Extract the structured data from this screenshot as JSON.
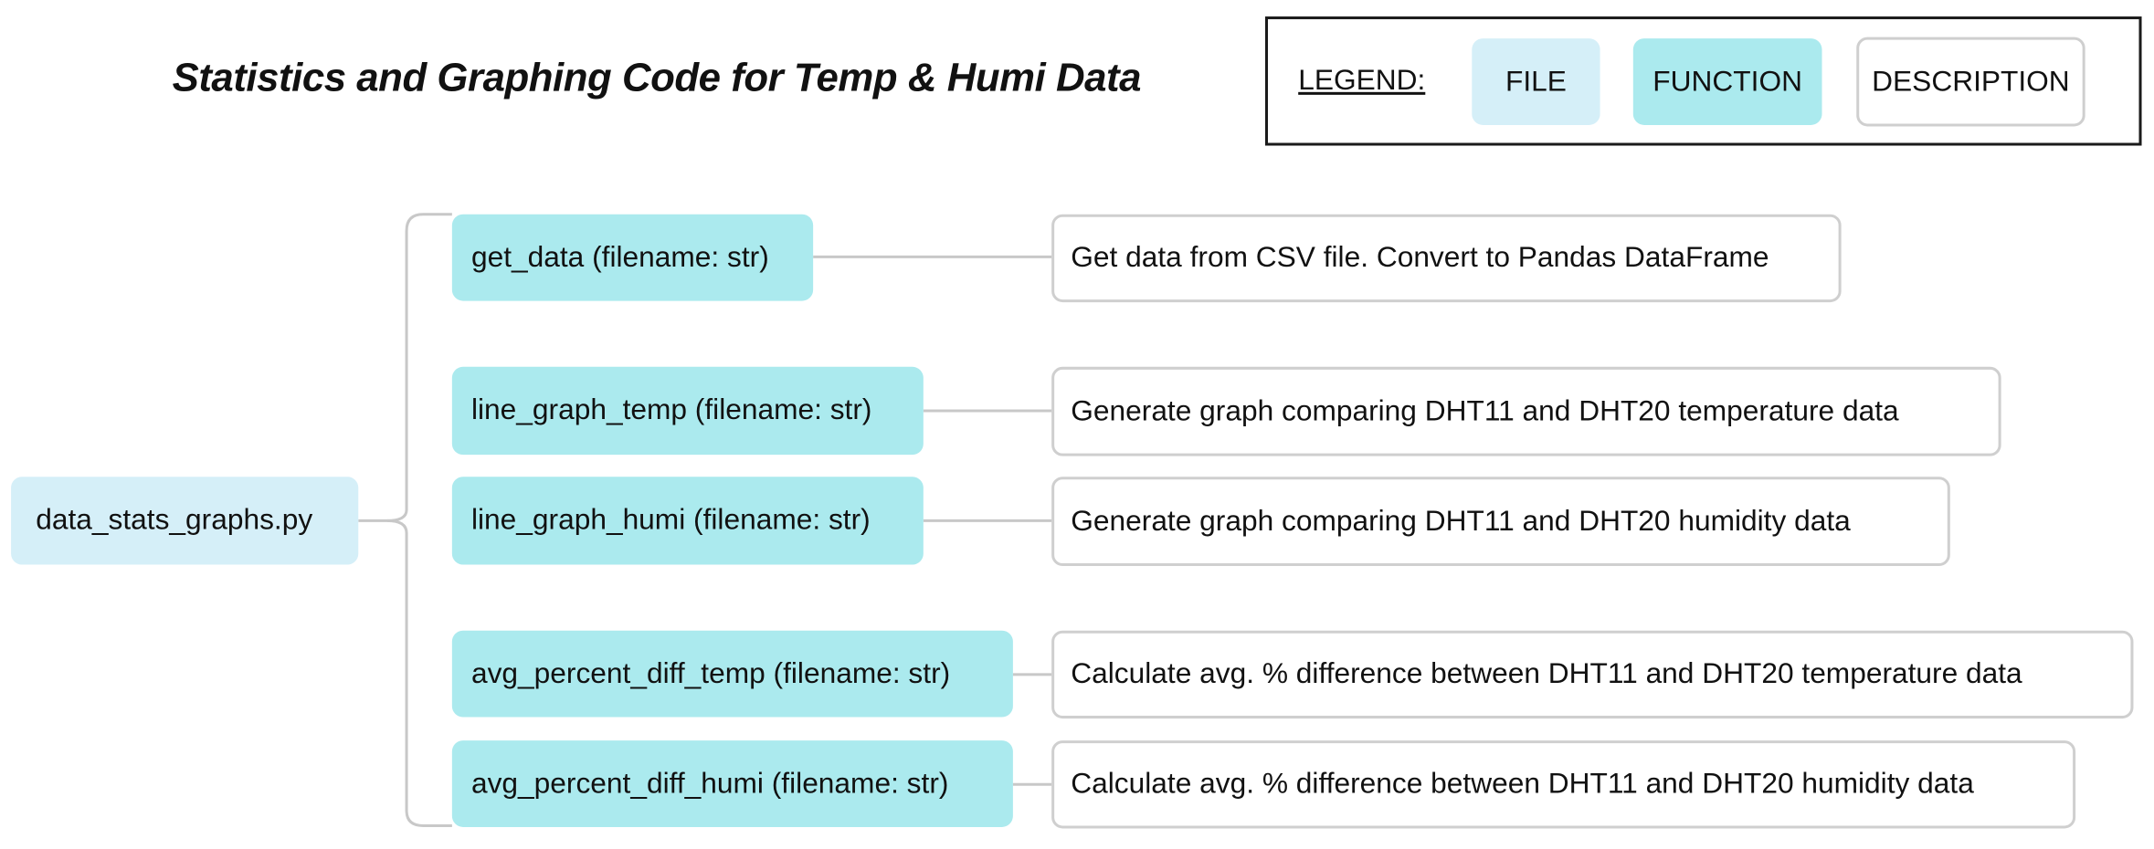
{
  "title": "Statistics and Graphing Code for Temp & Humi Data",
  "legend": {
    "label": "LEGEND:",
    "items": [
      {
        "kind": "file",
        "label": "FILE"
      },
      {
        "kind": "function",
        "label": "FUNCTION"
      },
      {
        "kind": "description",
        "label": "DESCRIPTION"
      }
    ]
  },
  "file": {
    "name": "data_stats_graphs.py"
  },
  "functions": [
    {
      "signature": "get_data (filename: str)",
      "description": "Get data from CSV file. Convert to Pandas DataFrame"
    },
    {
      "signature": "line_graph_temp (filename: str)",
      "description": "Generate graph comparing DHT11 and DHT20 temperature data"
    },
    {
      "signature": "line_graph_humi (filename: str)",
      "description": "Generate graph comparing DHT11 and DHT20 humidity data"
    },
    {
      "signature": "avg_percent_diff_temp (filename: str)",
      "description": "Calculate avg. % difference between DHT11 and DHT20 temperature data"
    },
    {
      "signature": "avg_percent_diff_humi (filename: str)",
      "description": "Calculate avg. % difference between DHT11 and DHT20 humidity data"
    }
  ],
  "colors": {
    "file": "#d5eff8",
    "function": "#abeaee",
    "description_border": "#cfcfcf",
    "connector": "#c8c8c8"
  }
}
